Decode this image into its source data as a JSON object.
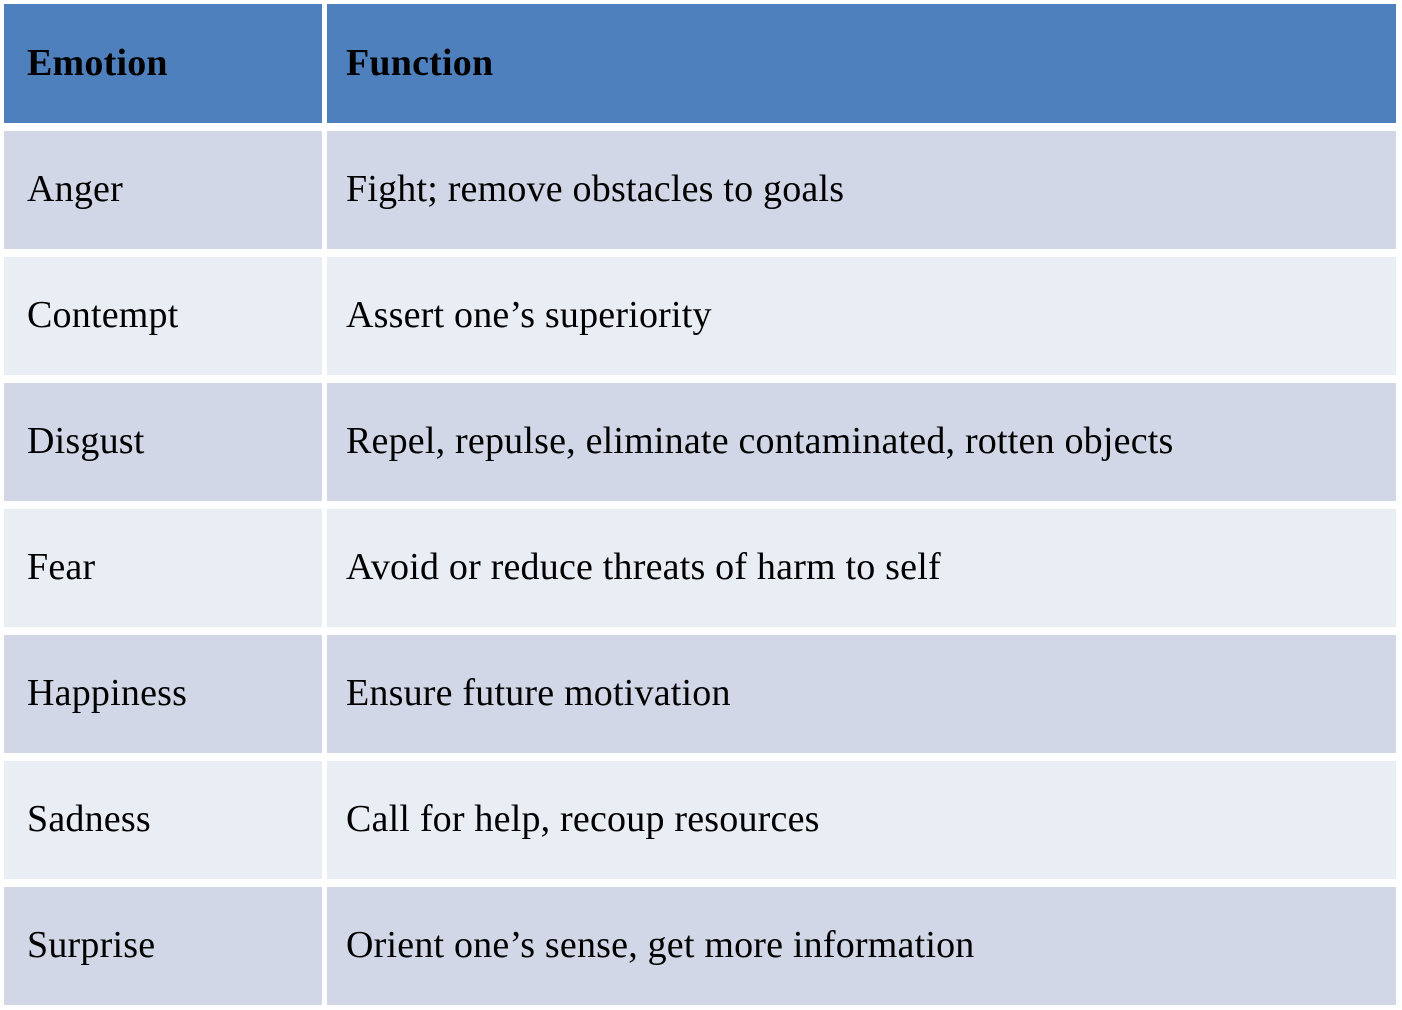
{
  "table": {
    "columns": [
      "Emotion",
      "Function"
    ],
    "rows": [
      {
        "emotion": "Anger",
        "function": "Fight; remove obstacles to goals"
      },
      {
        "emotion": "Contempt",
        "function": "Assert one’s superiority"
      },
      {
        "emotion": "Disgust",
        "function": "Repel, repulse, eliminate contaminated, rotten objects"
      },
      {
        "emotion": "Fear",
        "function": "Avoid or reduce threats of harm to self"
      },
      {
        "emotion": "Happiness",
        "function": "Ensure future motivation"
      },
      {
        "emotion": "Sadness",
        "function": "Call for help, recoup resources"
      },
      {
        "emotion": "Surprise",
        "function": "Orient one’s sense, get more information"
      }
    ],
    "colors": {
      "header_bg": "#4D80BC",
      "band_dark": "#D1D7E6",
      "band_light": "#E9EDF4",
      "text": "#000000",
      "gap": "#FFFFFF"
    }
  }
}
